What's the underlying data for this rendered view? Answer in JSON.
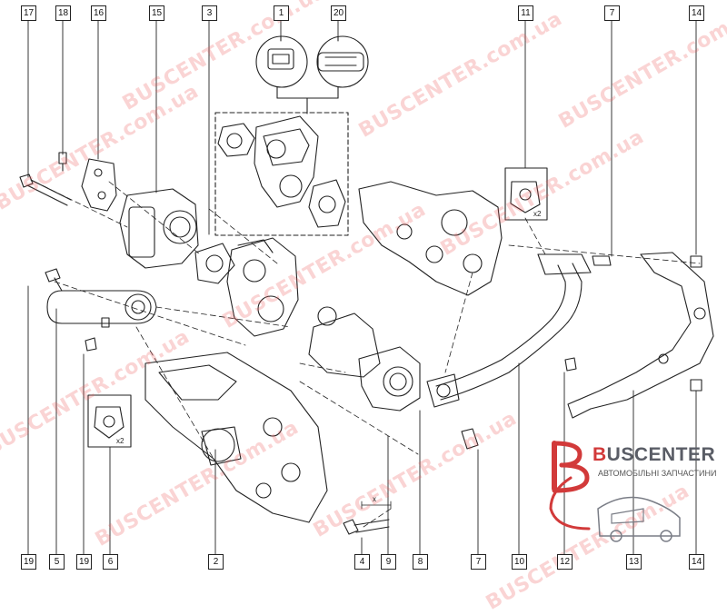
{
  "diagram": {
    "callouts": [
      "17",
      "18",
      "16",
      "15",
      "3",
      "1",
      "20",
      "11",
      "7",
      "14",
      "19",
      "5",
      "19",
      "6",
      "2",
      "4",
      "9",
      "8",
      "7",
      "10",
      "12",
      "13",
      "14"
    ],
    "multipliers": [
      "x2",
      "x2"
    ],
    "dimension_mark": "x"
  },
  "watermark": {
    "text_a": "BUSCENTER",
    "text_b": ".com.ua"
  },
  "logo": {
    "name_first": "B",
    "name_rest": "USCENTER",
    "tagline": "АВТОМОБІЛЬНІ ЗАПЧАСТИНИ",
    "accent_color": "#d23a3a",
    "grey_color": "#5a5d66"
  }
}
